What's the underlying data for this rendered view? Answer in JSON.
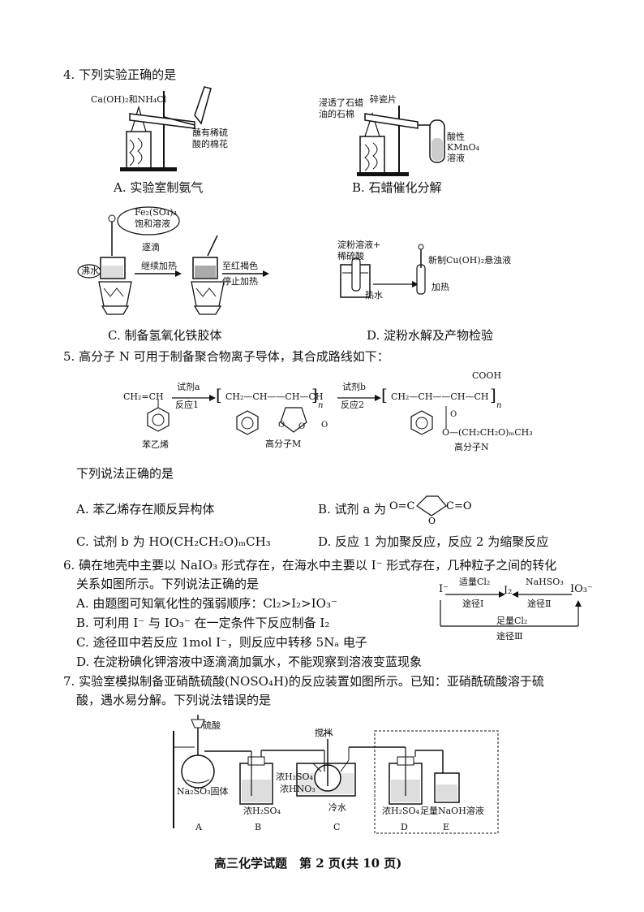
{
  "q4": {
    "stem": "4. 下列实验正确的是",
    "a": {
      "label1": "Ca(OH)₂和NH₄Cl",
      "label2": "蘸有稀硫",
      "label3": "酸的棉花",
      "caption": "A. 实验室制氨气"
    },
    "b": {
      "label1": "浸透了石蜡",
      "label2": "油的石棉",
      "label3": "碎瓷片",
      "label4": "酸性",
      "label5": "KMnO₄",
      "label6": "溶液",
      "caption": "B. 石蜡催化分解"
    },
    "c": {
      "label1": "Fe₂(SO₄)₃",
      "label2": "饱和溶液",
      "label3": "逐滴",
      "label4": "沸水",
      "label5": "继续加热",
      "label6": "至红褐色",
      "label7": "停止加热",
      "caption": "C. 制备氢氧化铁胶体"
    },
    "d": {
      "label1": "淀粉溶液+",
      "label2": "稀硫酸",
      "label3": "热水",
      "label4": "新制Cu(OH)₂悬浊液",
      "label5": "加热",
      "caption": "D. 淀粉水解及产物检验"
    }
  },
  "q5": {
    "stem": "5. 高分子 N 可用于制备聚合物离子导体，其合成路线如下：",
    "scheme": {
      "styrene": "CH₂=CH",
      "styrene_name": "苯乙烯",
      "reagent_a": "试剂a",
      "reaction1": "反应1",
      "chain_m": "CH₂—CH——CH—CH",
      "sub_n": "n",
      "polymer_m": "高分子M",
      "reagent_b": "试剂b",
      "reaction2": "反应2",
      "cooh": "COOH",
      "chain_n": "CH₂—CH——CH—CH",
      "ester": "O—(CH₂CH₂O)ₘCH₃",
      "polymer_n": "高分子N",
      "o": "O"
    },
    "prompt": "下列说法正确的是",
    "a": "A. 苯乙烯存在顺反异构体",
    "b": "B. 试剂 a 为",
    "c": "C. 试剂 b 为 HO(CH₂CH₂O)ₘCH₃",
    "d": "D. 反应 1 为加聚反应，反应 2 为缩聚反应"
  },
  "q6": {
    "stem1": "6. 碘在地壳中主要以 NaIO₃ 形式存在，在海水中主要以 I⁻ 形式存在，几种粒子之间的转化",
    "stem2": "关系如图所示。下列说法正确的是",
    "a": "A. 由题图可知氧化性的强弱顺序：Cl₂>I₂>IO₃⁻",
    "b": "B. 可利用 I⁻ 与 IO₃⁻ 在一定条件下反应制备 I₂",
    "c": "C. 途径Ⅲ中若反应 1mol I⁻，则反应中转移 5Nₐ 电子",
    "d": "D. 在淀粉碘化钾溶液中逐滴滴加氯水，不能观察到溶液变蓝现象",
    "diagram": {
      "i_minus": "I⁻",
      "i2": "I₂",
      "io3": "IO₃⁻",
      "cl2_small": "适量Cl₂",
      "nahso3": "NaHSO₃",
      "path1": "途径Ⅰ",
      "path2": "途径Ⅱ",
      "cl2_excess": "足量Cl₂",
      "path3": "途径Ⅲ"
    }
  },
  "q7": {
    "stem1": "7. 实验室模拟制备亚硝酰硫酸(NOSO₄H)的反应装置如图所示。已知：亚硝酰硫酸溶于硫",
    "stem2": "酸，遇水易分解。下列说法错误的是",
    "labels": {
      "h2so4": "硫酸",
      "na2so3": "Na₂SO₃固体",
      "conc_h2so4_b": "浓H₂SO₄",
      "stir": "搅拌",
      "mix1": "浓H₂SO₄",
      "mix2": "浓HNO₃",
      "cold": "冷水",
      "conc_h2so4_d": "浓H₂SO₄",
      "naoh": "足量NaOH溶液",
      "A": "A",
      "B": "B",
      "C": "C",
      "D": "D",
      "E": "E"
    }
  },
  "footer": "高三化学试题　第 2 页(共 10 页)"
}
